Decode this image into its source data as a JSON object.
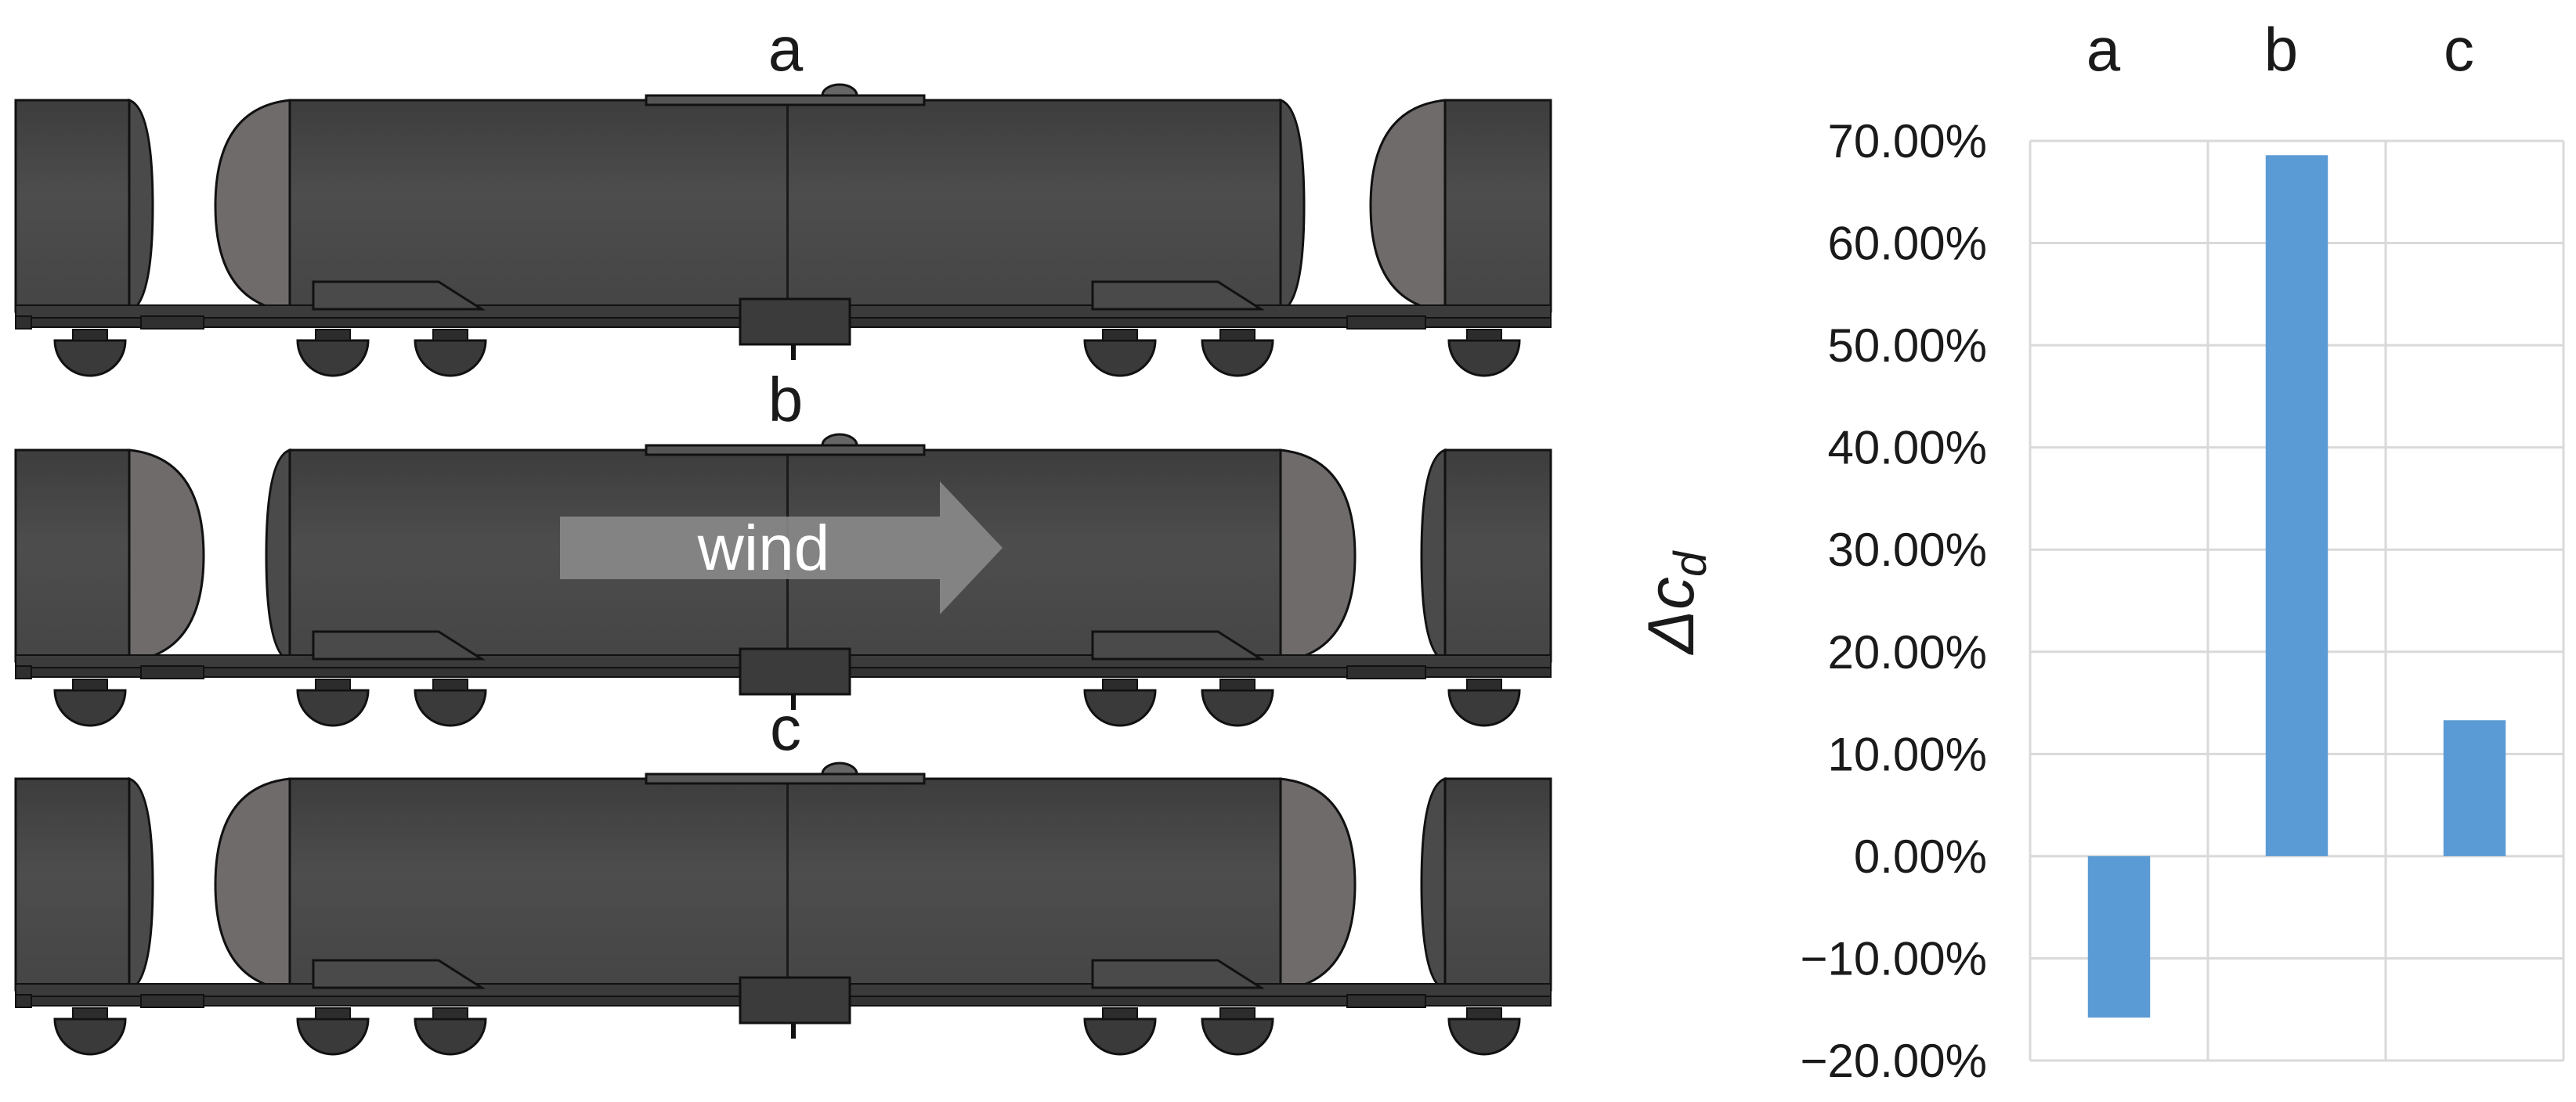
{
  "panels": [
    {
      "label": "a",
      "end_shape_left": "convex",
      "end_shape_right": "concave"
    },
    {
      "label": "b",
      "end_shape_left": "concave",
      "end_shape_right": "convex",
      "arrow_text": "wind"
    },
    {
      "label": "c",
      "end_shape_left": "convex",
      "end_shape_right": "convex"
    }
  ],
  "colors": {
    "tank_body": "#4a4a4a",
    "tank_end": "#706b6b",
    "bar": "#5b9bd5",
    "grid": "#d9d9d9"
  },
  "chart_data": {
    "type": "bar",
    "categories": [
      "a",
      "b",
      "c"
    ],
    "values": [
      -15.8,
      68.6,
      13.3
    ],
    "value_format": "percent",
    "ylabel": "Δc_d",
    "ylabel_base": "Δc",
    "ylabel_sub": "d",
    "ylim": [
      -20,
      70
    ],
    "ytick_step": 10,
    "yticks": [
      "70.00%",
      "60.00%",
      "50.00%",
      "40.00%",
      "30.00%",
      "20.00%",
      "10.00%",
      "0.00%",
      "−10.00%",
      "−20.00%"
    ],
    "grid": true,
    "legend": "none"
  }
}
